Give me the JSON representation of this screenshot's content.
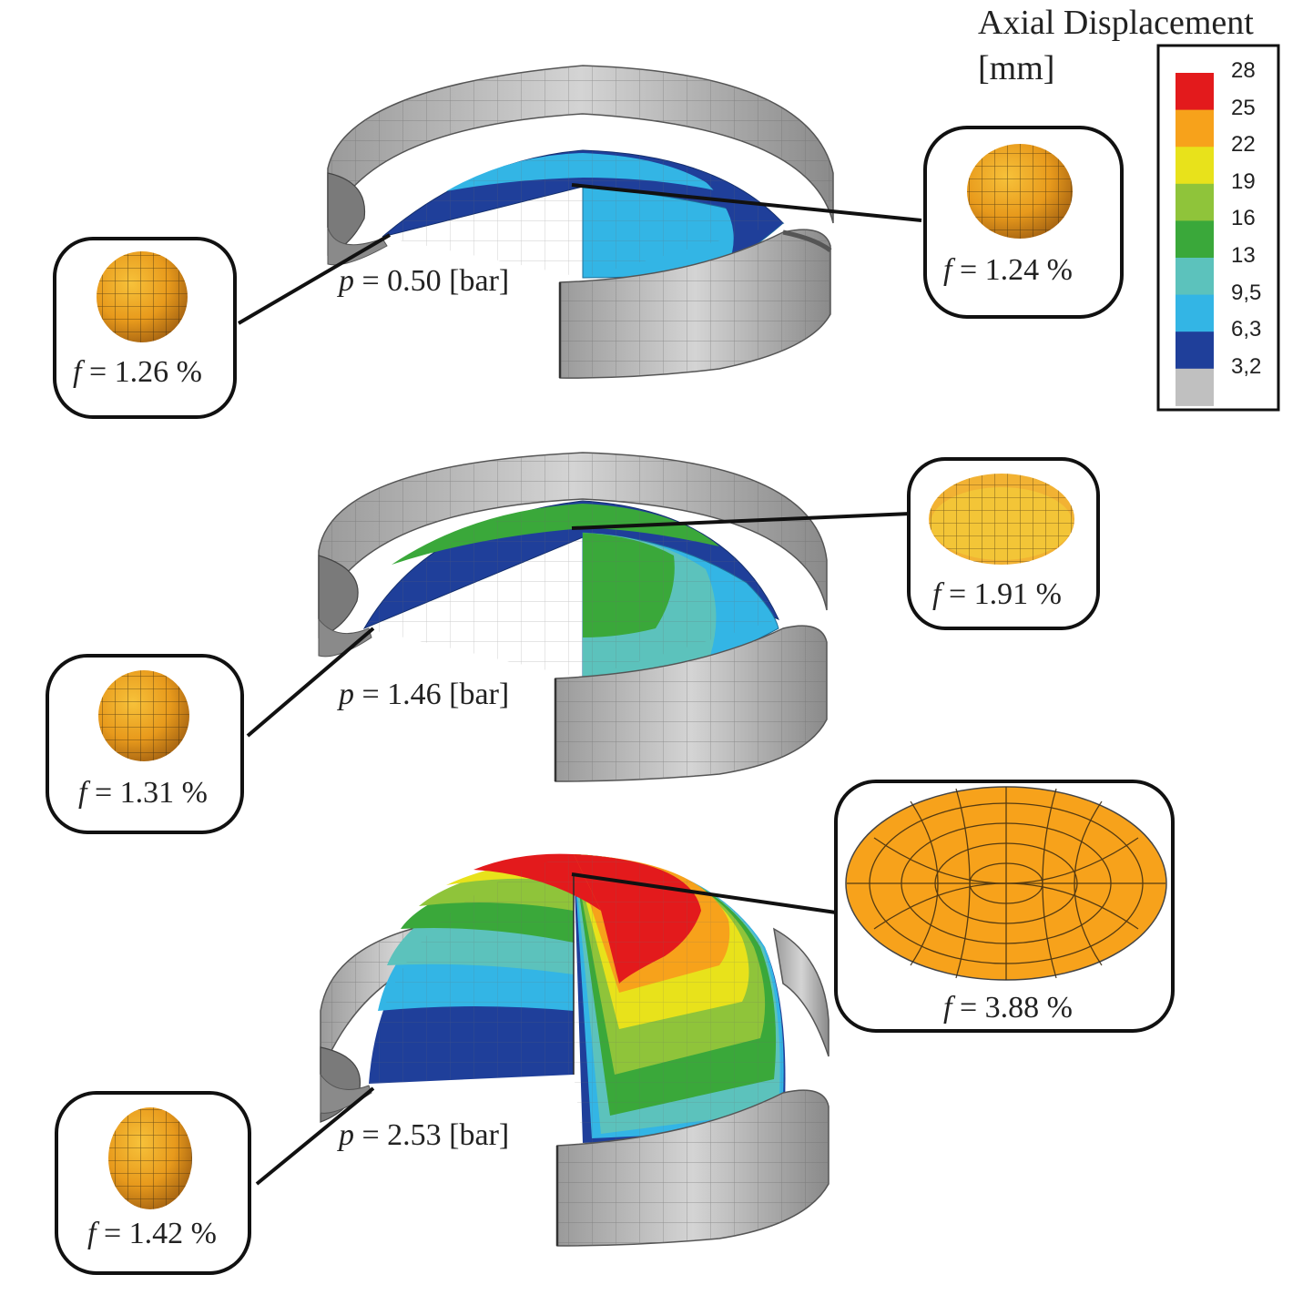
{
  "legend": {
    "title_line1": "Axial Displacement",
    "title_line2": "[mm]",
    "ticks": [
      "28",
      "25",
      "22",
      "19",
      "16",
      "13",
      "9,5",
      "6,3",
      "3,2"
    ],
    "colors": [
      "#e31a1c",
      "#f7a21b",
      "#e8e21b",
      "#8fc43a",
      "#3aa83a",
      "#5cc2bc",
      "#33b5e5",
      "#1f3f9a",
      "#c0c0c0"
    ]
  },
  "cases": [
    {
      "pressure_symbol": "p",
      "pressure_text": " = 0.50 [bar]",
      "left_f_symbol": "f",
      "left_f_text": " = 1.26 %",
      "right_f_symbol": "f",
      "right_f_text": " = 1.24 %"
    },
    {
      "pressure_symbol": "p",
      "pressure_text": " = 1.46 [bar]",
      "left_f_symbol": "f",
      "left_f_text": " = 1.31 %",
      "right_f_symbol": "f",
      "right_f_text": " = 1.91 %"
    },
    {
      "pressure_symbol": "p",
      "pressure_text": " = 2.53 [bar]",
      "left_f_symbol": "f",
      "left_f_text": " = 1.42 %",
      "right_f_symbol": "f",
      "right_f_text": " = 3.88 %"
    }
  ]
}
